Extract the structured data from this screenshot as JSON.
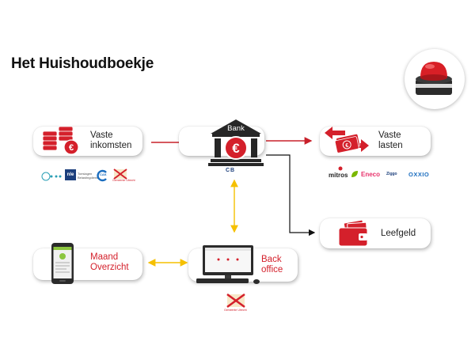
{
  "slide": {
    "title": "Het Huishoudboekje"
  },
  "nodes": {
    "vaste_inkomsten": "Vaste inkomsten",
    "bank": "Bank",
    "vaste_lasten": "Vaste lasten",
    "leefgeld": "Leefgeld",
    "maand_overzicht": "Maand Overzicht",
    "back_office": "Back office"
  },
  "logos": {
    "income": [
      "nle",
      "CAK",
      "Gemeente Utrecht"
    ],
    "bank_sub": "CB",
    "expenses": [
      "mitros",
      "Eneco",
      "Ziggo",
      "OXXIO"
    ],
    "backoffice": "Gemeente Utrecht"
  },
  "icons": {
    "coins": "coin-stack-euro-icon",
    "bank": "bank-building-euro-icon",
    "money_transfer": "banknotes-transfer-icon",
    "wallet": "wallet-icon",
    "phone": "smartphone-icon",
    "computer": "desktop-computer-icon",
    "alarm": "red-alarm-button-icon"
  },
  "colors": {
    "brand_red": "#d4202b",
    "arrow_red": "#c8202a",
    "arrow_yellow": "#f5c000",
    "arrow_black": "#111111"
  }
}
